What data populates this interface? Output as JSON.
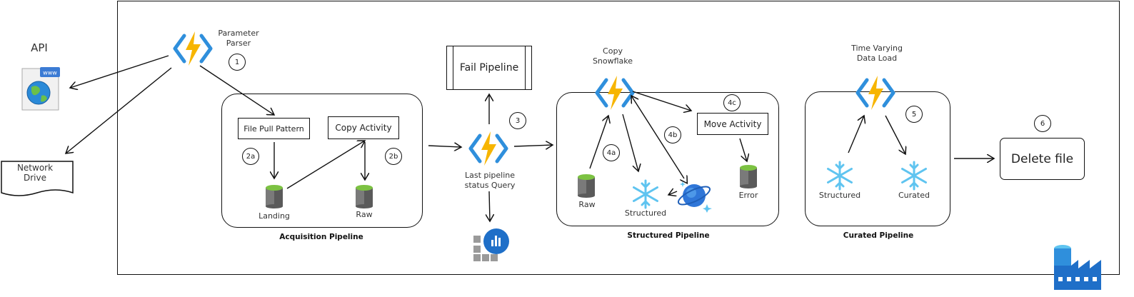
{
  "labels": {
    "api": "API",
    "network_drive": "Network Drive",
    "parameter_parser": "Parameter Parser",
    "file_pull_pattern": "File Pull Pattern",
    "copy_activity": "Copy Activity",
    "landing": "Landing",
    "raw_acq": "Raw",
    "acquisition_pipeline": "Acquisition Pipeline",
    "fail_pipeline": "Fail Pipeline",
    "last_pipeline_status": "Last pipeline status Query",
    "copy_snowflake": "Copy Snowflake",
    "move_activity": "Move Activity",
    "raw_struct": "Raw",
    "structured_struct": "Structured",
    "error": "Error",
    "structured_pipeline": "Structured Pipeline",
    "time_varying": "Time Varying Data Load",
    "structured_cur": "Structured",
    "curated": "Curated",
    "curated_pipeline": "Curated Pipeline",
    "delete_file": "Delete file"
  },
  "steps": {
    "s1": "1",
    "s2a": "2a",
    "s2b": "2b",
    "s3": "3",
    "s4a": "4a",
    "s4b": "4b",
    "s4c": "4c",
    "s5": "5",
    "s6": "6"
  },
  "colors": {
    "function_yellow": "#f7b500",
    "function_blue": "#2f8fdc",
    "storage_green": "#7cc242",
    "storage_gray": "#5a5a5a",
    "snowflake_blue": "#5fc4f0",
    "cosmos_blue": "#2f76d8",
    "factory_blue": "#1f6fc8",
    "insights_blue": "#1f6fc8"
  },
  "icons": {
    "api": "web-globe-icon",
    "function": "azure-function-icon",
    "storage": "storage-cylinder-icon",
    "snowflake": "snowflake-icon",
    "cosmos": "cosmos-db-icon",
    "insights": "log-analytics-icon",
    "factory": "data-factory-icon"
  }
}
